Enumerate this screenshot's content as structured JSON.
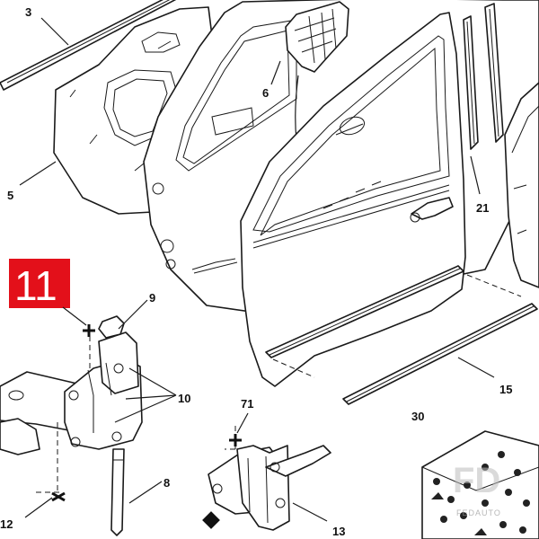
{
  "diagram": {
    "highlight_label": "11",
    "highlight_color": "#e3101a",
    "part_labels": [
      "3",
      "6",
      "5",
      "21",
      "9",
      "10",
      "15",
      "71",
      "30",
      "8",
      "12",
      "13"
    ],
    "watermark": {
      "logo": "FD",
      "text": "FEDAUTO"
    }
  }
}
